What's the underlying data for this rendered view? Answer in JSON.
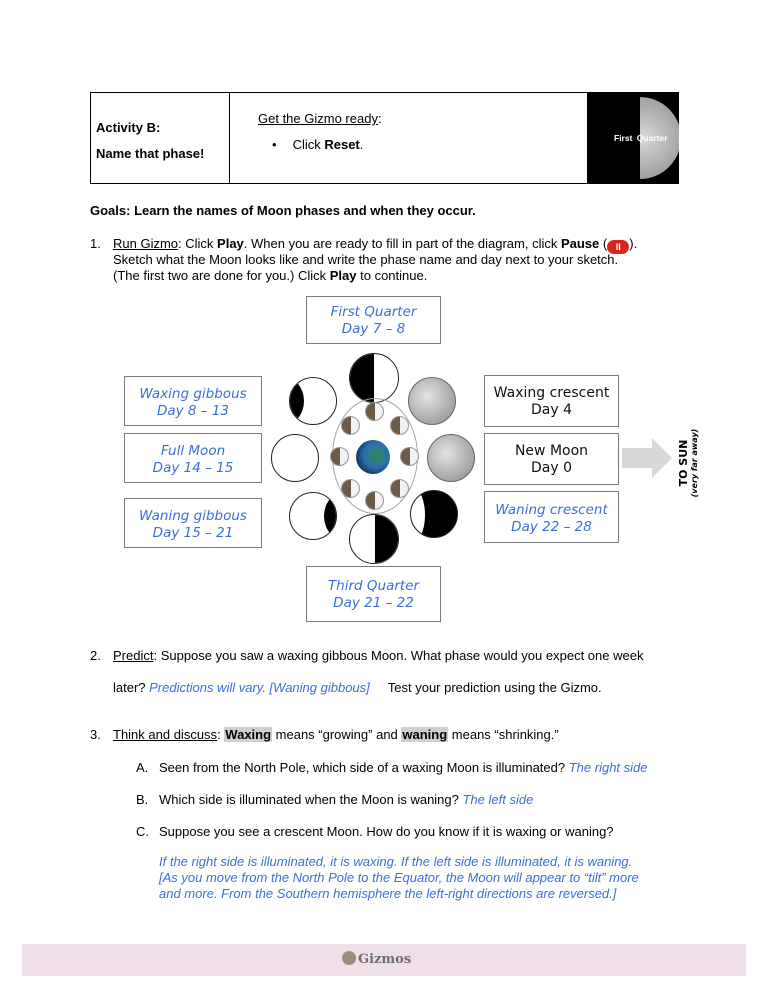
{
  "header": {
    "activity": "Activity B:",
    "name": "Name that phase!",
    "ready_label": "Get the Gizmo ready",
    "ready_colon": ":",
    "bullet_pre": "Click ",
    "bullet_bold": "Reset",
    "bullet_post": ".",
    "moon_label_1": "First",
    "moon_label_2": "Quarter"
  },
  "goals": "Goals: Learn the names of Moon phases and when they occur.",
  "q1": {
    "num": "1.",
    "run": "Run Gizmo",
    "t1": ": Click ",
    "play": "Play",
    "t2": ". When you are ready to fill in part of the diagram, click ",
    "pause": "Pause",
    "t3": " (",
    "t4": ").",
    "line2": "Sketch what the Moon looks like and write the phase name and day next to your sketch.",
    "line3a": "(The first two are done for you.) Click ",
    "line3b": "Play",
    "line3c": " to continue."
  },
  "diagram": {
    "first_quarter": {
      "name": "First Quarter",
      "day": "Day 7 – 8"
    },
    "waxing_gibbous": {
      "name": "Waxing gibbous",
      "day": "Day 8 – 13"
    },
    "full_moon": {
      "name": "Full Moon",
      "day": "Day 14 – 15"
    },
    "waning_gibbous": {
      "name": "Waning gibbous",
      "day": "Day 15 – 21"
    },
    "third_quarter": {
      "name": "Third Quarter",
      "day": "Day 21 – 22"
    },
    "waxing_crescent": {
      "name": "Waxing crescent",
      "day": "Day 4"
    },
    "new_moon": {
      "name": "New Moon",
      "day": "Day 0"
    },
    "waning_crescent": {
      "name": "Waning crescent",
      "day": "Day 22 – 28"
    },
    "sun_label": "TO SUN",
    "sun_sub": "(very far away)"
  },
  "q2": {
    "num": "2.",
    "predict": "Predict",
    "t1": ": Suppose you saw a waxing gibbous Moon. What phase would you expect one week",
    "t2": "later? ",
    "answer": "Predictions will vary. [Waning gibbous]",
    "t3": "Test your prediction using the Gizmo."
  },
  "q3": {
    "num": "3.",
    "label": "Think and discuss",
    "t1": ": ",
    "waxing": "Waxing",
    "t2": " means “growing” and ",
    "waning": "waning",
    "t3": " means “shrinking.”",
    "a_letter": "A.",
    "a_q": "Seen from the North Pole, which side of a waxing Moon is illuminated?",
    "a_ans": "The right side",
    "b_letter": "B.",
    "b_q": "Which side is illuminated when the Moon is waning?",
    "b_ans": "The left side",
    "c_letter": "C.",
    "c_q": "Suppose you see a crescent Moon. How do you know if it is waxing or waning?",
    "c_ans1": "If the right side is illuminated, it is waxing. If the left side is illuminated, it is waning.",
    "c_ans2": "[As you move from the North Pole to the Equator, the Moon will appear to “tilt” more",
    "c_ans3": "and more. From the Southern hemisphere the left-right directions are reversed.]"
  },
  "footer": {
    "brand": "Gizmos"
  }
}
